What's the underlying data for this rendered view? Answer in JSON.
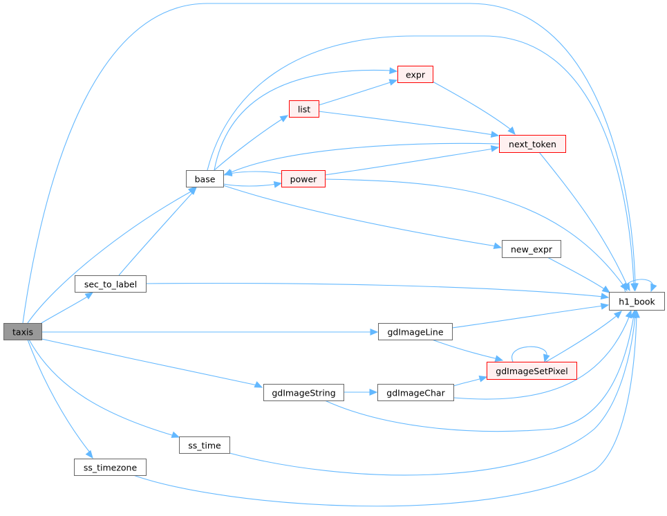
{
  "graph": {
    "colors": {
      "edge": "#63b8ff",
      "node_border": "#666666",
      "node_fill": "#ffffff",
      "root_fill": "#999999",
      "root_border": "#666666",
      "ref_border": "#ff0000",
      "ref_fill": "#fff0f0",
      "text": "#000000"
    },
    "nodes": [
      {
        "id": "taxis",
        "label": "taxis",
        "style": "root"
      },
      {
        "id": "base",
        "label": "base",
        "style": "normal"
      },
      {
        "id": "sec_to_label",
        "label": "sec_to_label",
        "style": "normal"
      },
      {
        "id": "gdImageLine",
        "label": "gdImageLine",
        "style": "normal"
      },
      {
        "id": "gdImageString",
        "label": "gdImageString",
        "style": "normal"
      },
      {
        "id": "ss_time",
        "label": "ss_time",
        "style": "normal"
      },
      {
        "id": "ss_timezone",
        "label": "ss_timezone",
        "style": "normal"
      },
      {
        "id": "h1_book",
        "label": "h1_book",
        "style": "normal"
      },
      {
        "id": "expr",
        "label": "expr",
        "style": "red"
      },
      {
        "id": "list",
        "label": "list",
        "style": "red"
      },
      {
        "id": "power",
        "label": "power",
        "style": "red"
      },
      {
        "id": "next_token",
        "label": "next_token",
        "style": "red"
      },
      {
        "id": "new_expr",
        "label": "new_expr",
        "style": "normal"
      },
      {
        "id": "gdImageChar",
        "label": "gdImageChar",
        "style": "normal"
      },
      {
        "id": "gdImageSetPixel",
        "label": "gdImageSetPixel",
        "style": "red"
      }
    ],
    "edges": [
      {
        "from": "taxis",
        "to": "base"
      },
      {
        "from": "taxis",
        "to": "sec_to_label"
      },
      {
        "from": "taxis",
        "to": "gdImageLine"
      },
      {
        "from": "taxis",
        "to": "gdImageString"
      },
      {
        "from": "taxis",
        "to": "ss_time"
      },
      {
        "from": "taxis",
        "to": "ss_timezone"
      },
      {
        "from": "taxis",
        "to": "h1_book"
      },
      {
        "from": "sec_to_label",
        "to": "base"
      },
      {
        "from": "sec_to_label",
        "to": "h1_book"
      },
      {
        "from": "base",
        "to": "expr"
      },
      {
        "from": "base",
        "to": "list"
      },
      {
        "from": "base",
        "to": "power"
      },
      {
        "from": "base",
        "to": "new_expr"
      },
      {
        "from": "base",
        "to": "h1_book"
      },
      {
        "from": "list",
        "to": "expr"
      },
      {
        "from": "list",
        "to": "next_token"
      },
      {
        "from": "expr",
        "to": "next_token"
      },
      {
        "from": "next_token",
        "to": "base"
      },
      {
        "from": "next_token",
        "to": "h1_book"
      },
      {
        "from": "power",
        "to": "base"
      },
      {
        "from": "power",
        "to": "next_token"
      },
      {
        "from": "power",
        "to": "h1_book"
      },
      {
        "from": "new_expr",
        "to": "h1_book"
      },
      {
        "from": "h1_book",
        "to": "h1_book"
      },
      {
        "from": "gdImageLine",
        "to": "h1_book"
      },
      {
        "from": "gdImageLine",
        "to": "gdImageSetPixel"
      },
      {
        "from": "gdImageString",
        "to": "gdImageChar"
      },
      {
        "from": "gdImageString",
        "to": "h1_book"
      },
      {
        "from": "gdImageChar",
        "to": "gdImageSetPixel"
      },
      {
        "from": "gdImageChar",
        "to": "h1_book"
      },
      {
        "from": "gdImageSetPixel",
        "to": "gdImageSetPixel"
      },
      {
        "from": "gdImageSetPixel",
        "to": "h1_book"
      },
      {
        "from": "ss_time",
        "to": "h1_book"
      },
      {
        "from": "ss_timezone",
        "to": "h1_book"
      }
    ]
  }
}
